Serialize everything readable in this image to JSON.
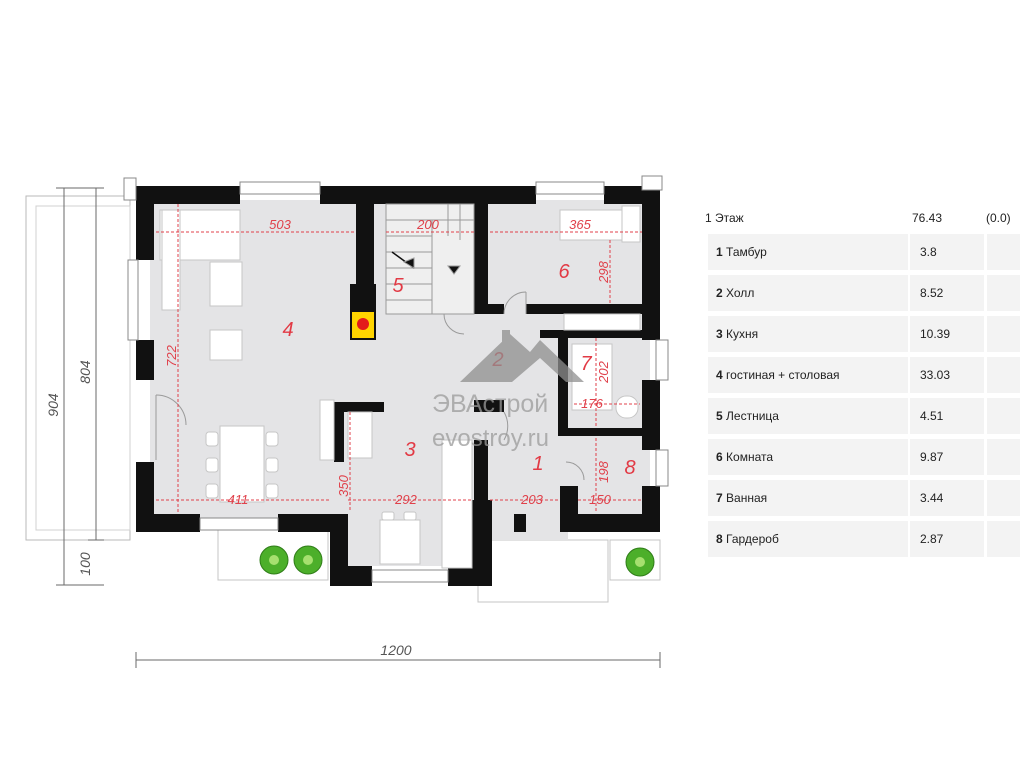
{
  "plan": {
    "total_width": "1200",
    "total_height": "904",
    "height_main": "804",
    "offset_bottom": "100",
    "watermark_brand": "ЭВАстрой",
    "watermark_site": "evostroy.ru",
    "room_numbers": [
      "1",
      "2",
      "3",
      "4",
      "5",
      "6",
      "7",
      "8"
    ],
    "dims": {
      "d503": "503",
      "d200": "200",
      "d365": "365",
      "d298": "298",
      "d722": "722",
      "d202": "202",
      "d176": "176",
      "d198": "198",
      "d411": "411",
      "d350": "350",
      "d292": "292",
      "d203": "203",
      "d150": "150"
    }
  },
  "legend": {
    "floor_name": "1 Этаж",
    "floor_area": "76.43",
    "floor_extra": "(0.0)",
    "rooms": [
      {
        "num": "1",
        "name": "Тамбур",
        "area": "3.8"
      },
      {
        "num": "2",
        "name": "Холл",
        "area": "8.52"
      },
      {
        "num": "3",
        "name": "Кухня",
        "area": "10.39"
      },
      {
        "num": "4",
        "name": "гостиная + столовая",
        "area": "33.03"
      },
      {
        "num": "5",
        "name": "Лестница",
        "area": "4.51"
      },
      {
        "num": "6",
        "name": "Комната",
        "area": "9.87"
      },
      {
        "num": "7",
        "name": "Ванная",
        "area": "3.44"
      },
      {
        "num": "8",
        "name": "Гардероб",
        "area": "2.87"
      }
    ]
  },
  "colors": {
    "wall": "#111111",
    "floor": "#e4e4e6",
    "dimension_red": "#e0414b",
    "room_number_red": "#e23a45",
    "tree_green": "#4caf2a",
    "fireplace_yellow": "#ffd400"
  }
}
